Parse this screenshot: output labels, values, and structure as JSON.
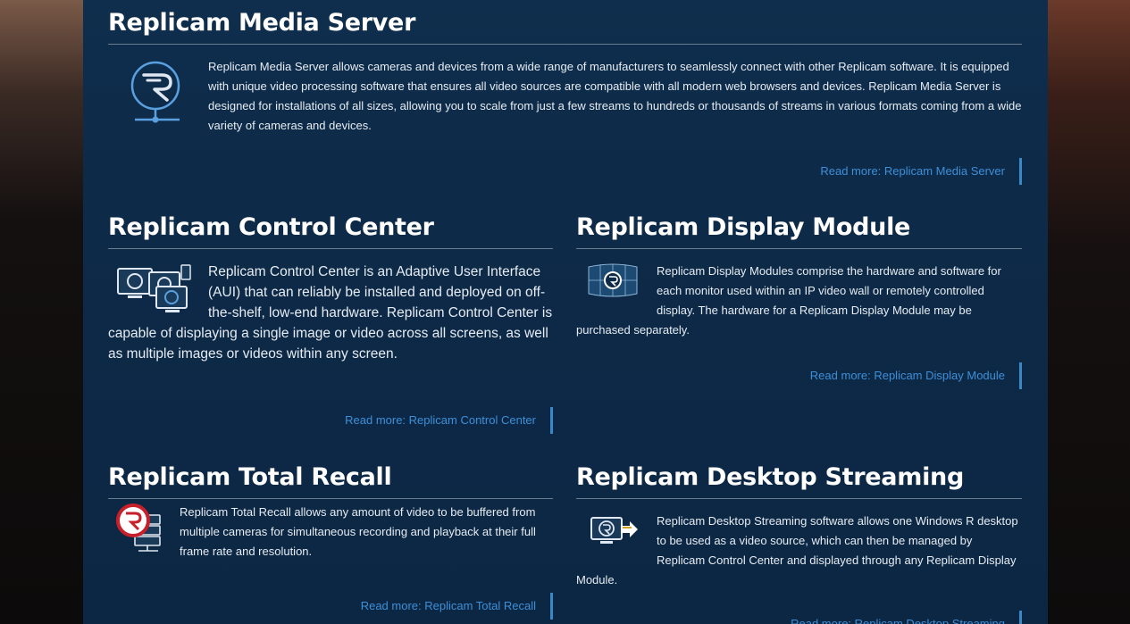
{
  "sections": {
    "media_server": {
      "title": "Replicam Media Server",
      "text": "Replicam Media Server allows cameras and devices from a wide range of manufacturers to seamlessly connect with other Replicam software. It is equipped with unique video processing software that ensures all video sources are compatible with all modern web browsers and devices. Replicam Media Server is designed for installations of all sizes, allowing you to scale from just a few streams to hundreds or thousands of streams in various formats coming from a wide variety of cameras and devices.",
      "read_more": "Read more: Replicam Media Server"
    },
    "control_center": {
      "title": "Replicam Control Center",
      "text": "Replicam Control Center is an Adaptive User Interface (AUI) that can reliably be installed and deployed on off-the-shelf, low-end hardware. Replicam Control Center is capable of displaying a single image or video across all screens, as well as multiple images or videos within any screen.",
      "read_more": "Read more: Replicam Control Center"
    },
    "display_module": {
      "title": "Replicam Display Module",
      "text": "Replicam Display Modules comprise the hardware and software for each monitor used within an IP video wall or remotely controlled display. The hardware for a Replicam Display Module may be purchased separately.",
      "read_more": "Read more: Replicam Display Module"
    },
    "total_recall": {
      "title": "Replicam Total Recall",
      "text": "Replicam Total Recall allows any amount of video to be buffered from multiple cameras for simultaneous recording and playback at their full frame rate and resolution.",
      "read_more": "Read more: Replicam Total Recall"
    },
    "desktop_streaming": {
      "title": "Replicam Desktop Streaming",
      "text": "Replicam Desktop Streaming software allows one Windows R desktop to be used as a video source, which can then be managed by Replicam Control Center and displayed through any Replicam Display Module.",
      "read_more": "Read more: Replicam Desktop Streaming"
    }
  },
  "icons": {
    "media_server": "replicam-server-icon",
    "control_center": "multi-monitor-icon",
    "display_module": "video-wall-icon",
    "total_recall": "recording-server-icon",
    "desktop_streaming": "desktop-stream-icon"
  },
  "colors": {
    "panel": "#0d2a48",
    "link": "#3d8fd8",
    "accent_bar": "#3b88c8"
  }
}
